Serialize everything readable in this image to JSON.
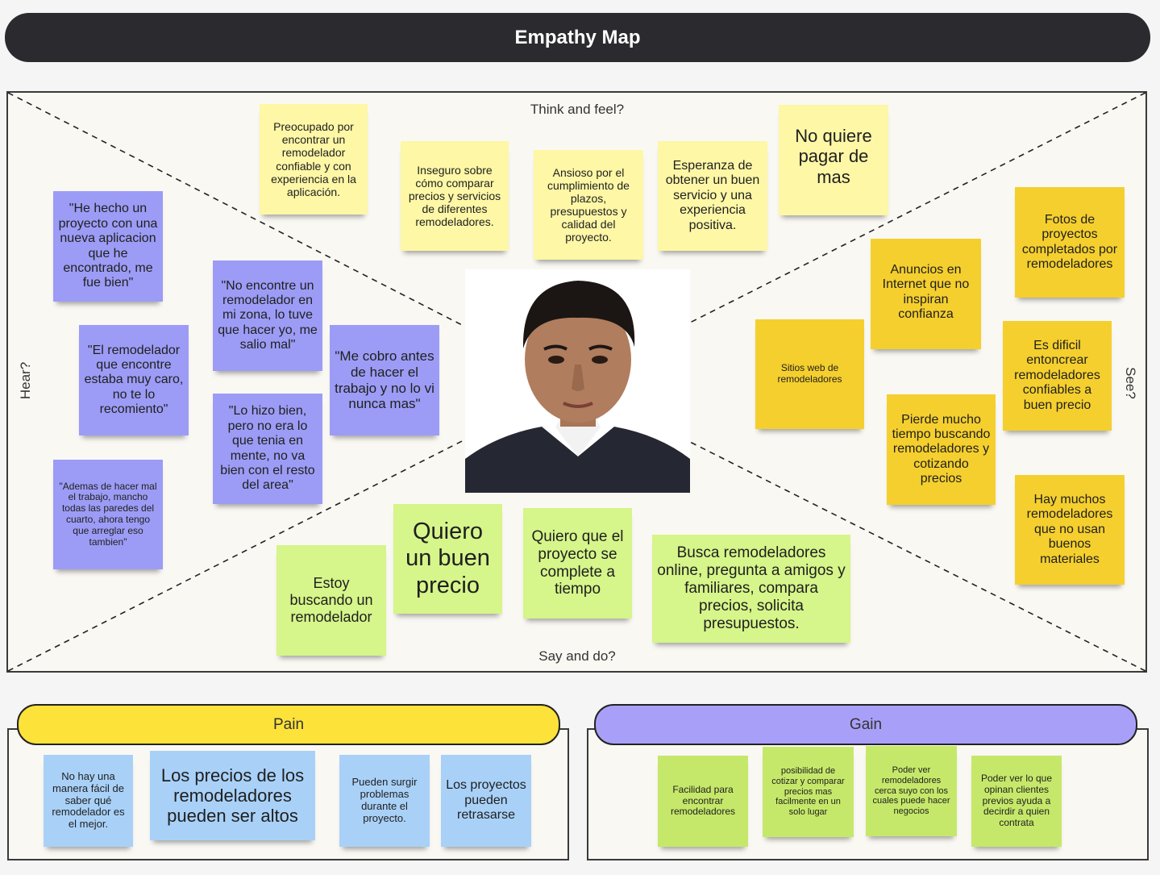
{
  "title": "Empathy Map",
  "zones": {
    "think": "Think and feel?",
    "say": "Say and do?",
    "hear": "Hear?",
    "see": "See?"
  },
  "think_notes": [
    "Preocupado por encontrar un remodelador confiable y con experiencia en la aplicación.",
    "Inseguro sobre cómo comparar precios y servicios de diferentes remodeladores.",
    "Ansioso por el cumplimiento de plazos, presupuestos y calidad del proyecto.",
    "Esperanza de obtener un buen servicio y una experiencia positiva.",
    "No quiere pagar de mas"
  ],
  "hear_notes": [
    "\"He hecho un proyecto con una nueva aplicacion que he encontrado, me fue bien\"",
    "\"No encontre un remodelador en mi zona, lo tuve que hacer yo, me salio mal\"",
    "\"El remodelador que encontre estaba muy caro, no te lo recomiento\"",
    "\"Me cobro antes de hacer el trabajo y no lo vi nunca mas\"",
    "\"Lo hizo bien, pero no era lo que tenia en mente, no va bien con el resto del area\"",
    "\"Ademas de hacer mal el trabajo, mancho todas las paredes del cuarto, ahora tengo que arreglar eso tambien\""
  ],
  "see_notes": [
    "Fotos de proyectos completados por remodeladores",
    "Anuncios en Internet que no inspiran confianza",
    "Es dificil entoncrear remodeladores confiables a buen precio",
    "Sitios web de remodeladores",
    "Pierde mucho tiempo buscando remodeladores y cotizando precios",
    "Hay muchos remodeladores que no usan buenos materiales"
  ],
  "say_notes": [
    "Estoy buscando un remodelador",
    "Quiero un buen precio",
    "Quiero que el proyecto se complete a tiempo",
    "Busca remodeladores online, pregunta a amigos y familiares, compara precios, solicita presupuestos."
  ],
  "pain": {
    "label": "Pain",
    "notes": [
      "No hay una manera fácil de saber qué remodelador es el mejor.",
      "Los precios de los remodeladores pueden ser altos",
      "Pueden surgir problemas durante el proyecto.",
      "Los proyectos pueden retrasarse"
    ]
  },
  "gain": {
    "label": "Gain",
    "notes": [
      "Facilidad para encontrar remodeladores",
      "posibilidad de cotizar y comparar precios mas facilmente en un solo lugar",
      "Poder ver remodeladores cerca suyo con los cuales puede hacer negocios",
      "Poder ver lo que opinan clientes previos ayuda a decirdir a quien contrata"
    ]
  },
  "colors": {
    "title_bar": "#2b2b2f",
    "think_note": "#fdf7a6",
    "see_note": "#f5cf2e",
    "hear_note": "#9c9cf6",
    "say_note": "#d6f58a",
    "pain_pill": "#fde23a",
    "gain_pill": "#a8a0f8",
    "pain_note": "#a9d1f8",
    "gain_note": "#c6e86a"
  },
  "icons": {
    "persona": "persona-photo"
  }
}
